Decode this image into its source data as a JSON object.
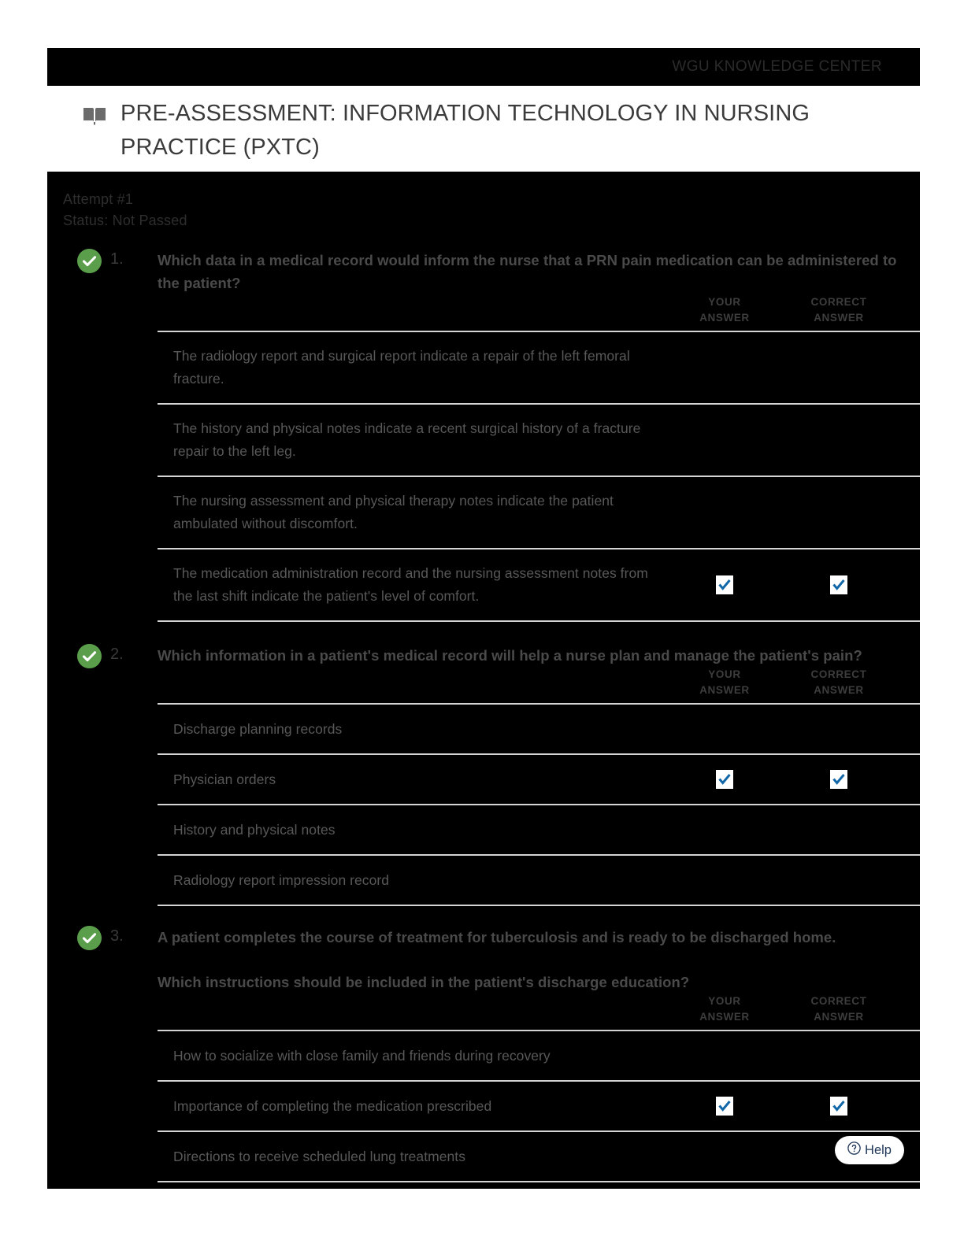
{
  "topbar": {
    "brand": "WGU KNOWLEDGE CENTER"
  },
  "header": {
    "icon": "book-icon",
    "title": "PRE-ASSESSMENT: INFORMATION TECHNOLOGY IN NURSING PRACTICE (PXTC)"
  },
  "attempt": {
    "attempt_line": "Attempt #1",
    "status_line": "Status: Not Passed"
  },
  "columns": {
    "your_answer_line1": "YOUR",
    "your_answer_line2": "ANSWER",
    "correct_answer_line1": "CORRECT",
    "correct_answer_line2": "ANSWER"
  },
  "colors": {
    "correct_badge_green": "#5a9e4b",
    "checkmark_blue": "#1267a8",
    "page_black": "#000000",
    "divider_gray": "#d4d4d4",
    "help_navy": "#1d3557"
  },
  "questions": [
    {
      "number": "1.",
      "status_icon": "check-circle-icon",
      "prompt": "Which data in a medical record would inform the nurse that a PRN pain medication can be administered to the patient?",
      "prompt2": "",
      "options": [
        {
          "text": "The radiology report and surgical report indicate a repair of the left femoral fracture.",
          "your_answer": false,
          "correct_answer": false
        },
        {
          "text": "The history and physical notes indicate a recent surgical history of a fracture repair to the left leg.",
          "your_answer": false,
          "correct_answer": false
        },
        {
          "text": "The nursing assessment and physical therapy notes indicate the patient ambulated without discomfort.",
          "your_answer": false,
          "correct_answer": false
        },
        {
          "text": "The medication administration record and the nursing assessment notes from the last shift indicate the patient's level of comfort.",
          "your_answer": true,
          "correct_answer": true
        }
      ]
    },
    {
      "number": "2.",
      "status_icon": "check-circle-icon",
      "prompt": "Which information in a patient's medical record will help a nurse plan and manage the patient's pain?",
      "prompt2": "",
      "options": [
        {
          "text": "Discharge planning records",
          "your_answer": false,
          "correct_answer": false
        },
        {
          "text": "Physician orders",
          "your_answer": true,
          "correct_answer": true
        },
        {
          "text": "History and physical notes",
          "your_answer": false,
          "correct_answer": false
        },
        {
          "text": "Radiology report impression record",
          "your_answer": false,
          "correct_answer": false
        }
      ]
    },
    {
      "number": "3.",
      "status_icon": "check-circle-icon",
      "prompt": "A patient completes the course of treatment for tuberculosis and is ready to be discharged home.",
      "prompt2": "Which instructions should be included in the patient's discharge education?",
      "options": [
        {
          "text": "How to socialize with close family and friends during recovery",
          "your_answer": false,
          "correct_answer": false
        },
        {
          "text": "Importance of completing the medication prescribed",
          "your_answer": true,
          "correct_answer": true
        },
        {
          "text": "Directions to receive scheduled lung treatments",
          "your_answer": false,
          "correct_answer": false
        }
      ]
    }
  ],
  "help": {
    "icon": "question-mark-circle-icon",
    "label": "Help"
  }
}
